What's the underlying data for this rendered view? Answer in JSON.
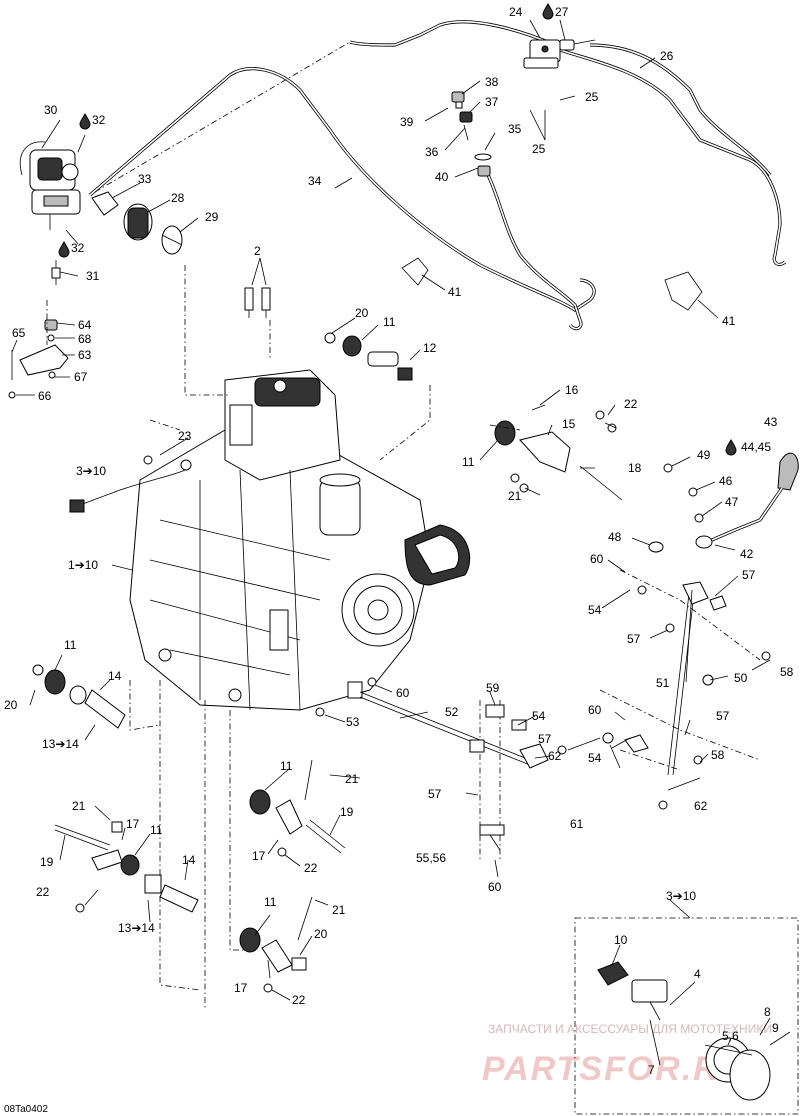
{
  "callouts": [
    {
      "id": "c24",
      "text": "24"
    },
    {
      "id": "c27",
      "text": "27"
    },
    {
      "id": "c26",
      "text": "26"
    },
    {
      "id": "c25a",
      "text": "25"
    },
    {
      "id": "c25b",
      "text": "25"
    },
    {
      "id": "c38",
      "text": "38"
    },
    {
      "id": "c37",
      "text": "37"
    },
    {
      "id": "c39",
      "text": "39"
    },
    {
      "id": "c35",
      "text": "35"
    },
    {
      "id": "c36",
      "text": "36"
    },
    {
      "id": "c40",
      "text": "40"
    },
    {
      "id": "c34",
      "text": "34"
    },
    {
      "id": "c30",
      "text": "30"
    },
    {
      "id": "c32a",
      "text": "32"
    },
    {
      "id": "c33",
      "text": "33"
    },
    {
      "id": "c28",
      "text": "28"
    },
    {
      "id": "c29",
      "text": "29"
    },
    {
      "id": "c32b",
      "text": "32"
    },
    {
      "id": "c31",
      "text": "31"
    },
    {
      "id": "c2",
      "text": "2"
    },
    {
      "id": "c41a",
      "text": "41"
    },
    {
      "id": "c41b",
      "text": "41"
    },
    {
      "id": "c65",
      "text": "65"
    },
    {
      "id": "c64",
      "text": "64"
    },
    {
      "id": "c68",
      "text": "68"
    },
    {
      "id": "c63",
      "text": "63"
    },
    {
      "id": "c67",
      "text": "67"
    },
    {
      "id": "c66",
      "text": "66"
    },
    {
      "id": "c20a",
      "text": "20"
    },
    {
      "id": "c11a",
      "text": "11"
    },
    {
      "id": "c12",
      "text": "12"
    },
    {
      "id": "c16",
      "text": "16"
    },
    {
      "id": "c22a",
      "text": "22"
    },
    {
      "id": "c15",
      "text": "15"
    },
    {
      "id": "c23",
      "text": "23"
    },
    {
      "id": "c11b",
      "text": "11"
    },
    {
      "id": "c43",
      "text": "43"
    },
    {
      "id": "c49",
      "text": "49"
    },
    {
      "id": "c4445",
      "text": "44,45"
    },
    {
      "id": "c3to10a",
      "text": "3➔10"
    },
    {
      "id": "c18",
      "text": "18"
    },
    {
      "id": "c21a",
      "text": "21"
    },
    {
      "id": "c46",
      "text": "46"
    },
    {
      "id": "c47",
      "text": "47"
    },
    {
      "id": "c48",
      "text": "48"
    },
    {
      "id": "c42",
      "text": "42"
    },
    {
      "id": "c1to10",
      "text": "1➔10"
    },
    {
      "id": "c60a",
      "text": "60"
    },
    {
      "id": "c57a",
      "text": "57"
    },
    {
      "id": "c54a",
      "text": "54"
    },
    {
      "id": "c57b",
      "text": "57"
    },
    {
      "id": "c58a",
      "text": "58"
    },
    {
      "id": "c11c",
      "text": "11"
    },
    {
      "id": "c14a",
      "text": "14"
    },
    {
      "id": "c51",
      "text": "51"
    },
    {
      "id": "c50",
      "text": "50"
    },
    {
      "id": "c20b",
      "text": "20"
    },
    {
      "id": "c60b",
      "text": "60"
    },
    {
      "id": "c59",
      "text": "59"
    },
    {
      "id": "c52",
      "text": "52"
    },
    {
      "id": "c54b",
      "text": "54"
    },
    {
      "id": "c53",
      "text": "53"
    },
    {
      "id": "c13to14a",
      "text": "13➔14"
    },
    {
      "id": "c57c",
      "text": "57"
    },
    {
      "id": "c60c",
      "text": "60"
    },
    {
      "id": "c57d",
      "text": "57"
    },
    {
      "id": "c62a",
      "text": "62"
    },
    {
      "id": "c54c",
      "text": "54"
    },
    {
      "id": "c58b",
      "text": "58"
    },
    {
      "id": "c11d",
      "text": "11"
    },
    {
      "id": "c21b",
      "text": "21"
    },
    {
      "id": "c57e",
      "text": "57"
    },
    {
      "id": "c62b",
      "text": "62"
    },
    {
      "id": "c21c",
      "text": "21"
    },
    {
      "id": "c17a",
      "text": "17"
    },
    {
      "id": "c11e",
      "text": "11"
    },
    {
      "id": "c19a",
      "text": "19"
    },
    {
      "id": "c61",
      "text": "61"
    },
    {
      "id": "c19b",
      "text": "19"
    },
    {
      "id": "c17b",
      "text": "17"
    },
    {
      "id": "c22b",
      "text": "22"
    },
    {
      "id": "c14b",
      "text": "14"
    },
    {
      "id": "c5556",
      "text": "55,56"
    },
    {
      "id": "c22c",
      "text": "22"
    },
    {
      "id": "c60d",
      "text": "60"
    },
    {
      "id": "c13to14b",
      "text": "13➔14"
    },
    {
      "id": "c11f",
      "text": "11"
    },
    {
      "id": "c21d",
      "text": "21"
    },
    {
      "id": "c3to10b",
      "text": "3➔10"
    },
    {
      "id": "c20c",
      "text": "20"
    },
    {
      "id": "c10",
      "text": "10"
    },
    {
      "id": "c17c",
      "text": "17"
    },
    {
      "id": "c4",
      "text": "4"
    },
    {
      "id": "c22d",
      "text": "22"
    },
    {
      "id": "c56",
      "text": "5,6"
    },
    {
      "id": "c8",
      "text": "8"
    },
    {
      "id": "c9",
      "text": "9"
    },
    {
      "id": "c7",
      "text": "7"
    }
  ],
  "diagram_code": "08Ta0402",
  "watermark": {
    "caption": "ЗАПЧАСТИ И АКСЕССУАРЫ ДЛЯ МОТОТЕХНИКИ",
    "brand": "PARTSFOR.RU"
  }
}
